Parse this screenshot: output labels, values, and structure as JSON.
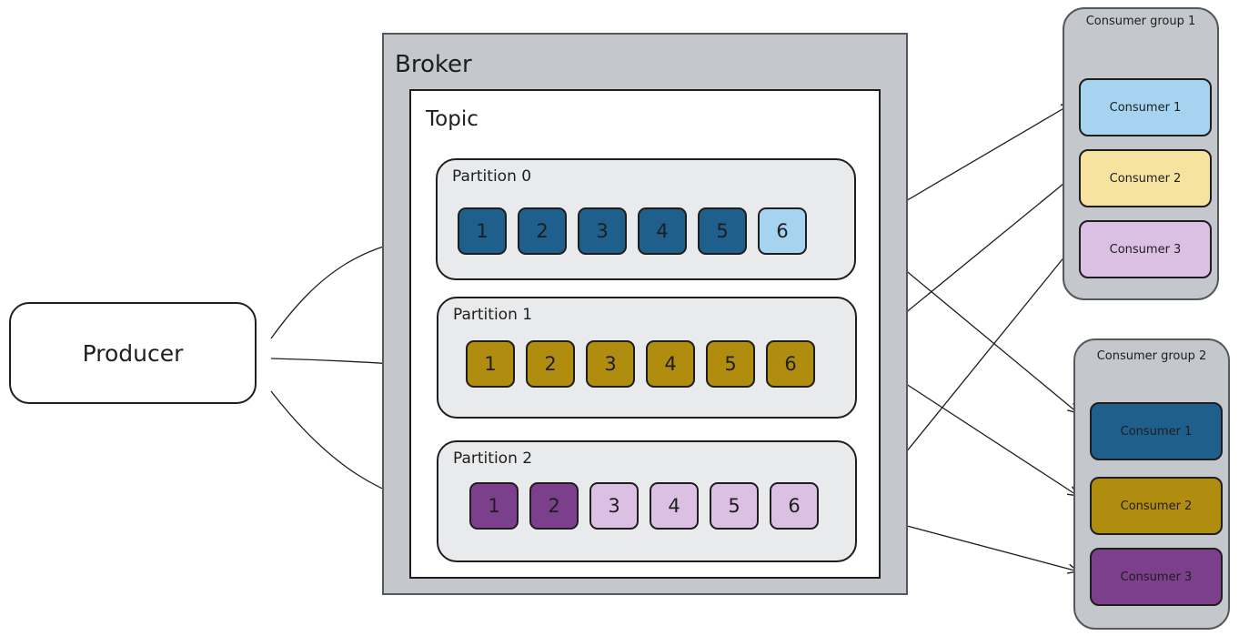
{
  "producer": {
    "label": "Producer"
  },
  "broker": {
    "label": "Broker"
  },
  "topic": {
    "label": "Topic"
  },
  "partitions": [
    {
      "label": "Partition 0",
      "cells": [
        "1",
        "2",
        "3",
        "4",
        "5",
        "6"
      ]
    },
    {
      "label": "Partition 1",
      "cells": [
        "1",
        "2",
        "3",
        "4",
        "5",
        "6"
      ]
    },
    {
      "label": "Partition 2",
      "cells": [
        "1",
        "2",
        "3",
        "4",
        "5",
        "6"
      ]
    }
  ],
  "consumer_groups": [
    {
      "label": "Consumer group 1",
      "consumers": [
        "Consumer 1",
        "Consumer 2",
        "Consumer 3"
      ]
    },
    {
      "label": "Consumer group 2",
      "consumers": [
        "Consumer 1",
        "Consumer 2",
        "Consumer 3"
      ]
    }
  ],
  "colors": {
    "blue_dark": "#1f5f8b",
    "blue_light": "#a5d3f0",
    "gold": "#b08d0e",
    "purple_dark": "#7b3f8c",
    "purple_light": "#dcc0e4",
    "yellow_light": "#f7e3a0",
    "group_bg": "#c4c7cc"
  }
}
